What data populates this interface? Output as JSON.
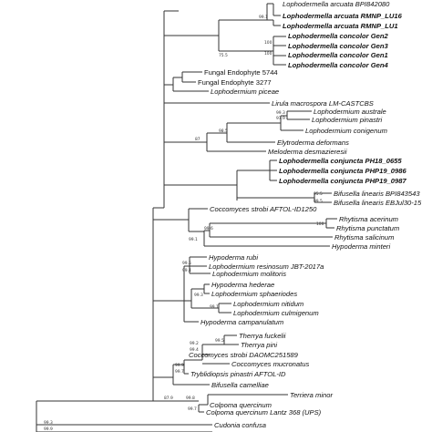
{
  "figure": "phylogenetic-tree",
  "colors": {
    "branch": "#333333",
    "text": "#111111",
    "background": "#ffffff"
  },
  "taxa": [
    {
      "label": "Lophodermella arcuata BPI842080",
      "bold": false,
      "italic": true
    },
    {
      "label": "Lophodermella arcuata RMNP_LU16",
      "bold": true,
      "italic": true
    },
    {
      "label": "Lophodermella arcuata RMNP_LU1",
      "bold": true,
      "italic": true
    },
    {
      "label": "Lophodermella concolor Gen2",
      "bold": true,
      "italic": true
    },
    {
      "label": "Lophodermella concolor Gen3",
      "bold": true,
      "italic": true
    },
    {
      "label": "Lophodermella concolor Gen1",
      "bold": true,
      "italic": true
    },
    {
      "label": "Lophodermella concolor Gen4",
      "bold": true,
      "italic": true
    },
    {
      "label": "Fungal Endophyte 5744",
      "bold": false,
      "italic": false
    },
    {
      "label": "Fungal Endophyte 3277",
      "bold": false,
      "italic": false
    },
    {
      "label": "Lophodermium piceae",
      "bold": false,
      "italic": true
    },
    {
      "label": "Lirula macrospora LM-CASTCBS",
      "bold": false,
      "italic": true
    },
    {
      "label": "Lophodermium australe",
      "bold": false,
      "italic": true
    },
    {
      "label": "Lophodermium pinastri",
      "bold": false,
      "italic": true
    },
    {
      "label": "Lophodermium conigenum",
      "bold": false,
      "italic": true
    },
    {
      "label": "Elytroderma deformans",
      "bold": false,
      "italic": true
    },
    {
      "label": "Meloderma desmazieresii",
      "bold": false,
      "italic": true
    },
    {
      "label": "Lophodermella conjuncta PH18_0655",
      "bold": true,
      "italic": true
    },
    {
      "label": "Lophodermella conjuncta PHP19_0986",
      "bold": true,
      "italic": true
    },
    {
      "label": "Lophodermella conjuncta PHP19_0987",
      "bold": true,
      "italic": true
    },
    {
      "label": "Bifusella linearis BPI843543",
      "bold": false,
      "italic": true
    },
    {
      "label": "Bifusella linearis EBJul30-15",
      "bold": false,
      "italic": true
    },
    {
      "label": "Coccomyces strobi AFTOL-ID1250",
      "bold": false,
      "italic": true
    },
    {
      "label": "Rhytisma acerinum",
      "bold": false,
      "italic": true
    },
    {
      "label": "Rhytisma punctatum",
      "bold": false,
      "italic": true
    },
    {
      "label": "Rhytisma salicinum",
      "bold": false,
      "italic": true
    },
    {
      "label": "Hypoderma minteri",
      "bold": false,
      "italic": true
    },
    {
      "label": "Hypoderma rubi",
      "bold": false,
      "italic": true
    },
    {
      "label": "Lophodermium resinosum JBT-2017a",
      "bold": false,
      "italic": true
    },
    {
      "label": "Lophodermium molitoris",
      "bold": false,
      "italic": true
    },
    {
      "label": "Hypoderma hederae",
      "bold": false,
      "italic": true
    },
    {
      "label": "Lophodermium sphaeriodes",
      "bold": false,
      "italic": true
    },
    {
      "label": "Lophodermium nitidum",
      "bold": false,
      "italic": true
    },
    {
      "label": "Lophodermium culmigenum",
      "bold": false,
      "italic": true
    },
    {
      "label": "Hypoderma campanulatum",
      "bold": false,
      "italic": true
    },
    {
      "label": "Therrya fuckelii",
      "bold": false,
      "italic": true
    },
    {
      "label": "Therrya pini",
      "bold": false,
      "italic": true
    },
    {
      "label": "Coccomyces strobi DAOMC251589",
      "bold": false,
      "italic": true
    },
    {
      "label": "Coccomyces mucronatus",
      "bold": false,
      "italic": true
    },
    {
      "label": "Tryblidiopsis pinastri AFTOL-ID",
      "bold": false,
      "italic": true
    },
    {
      "label": "Bifusella camelliae",
      "bold": false,
      "italic": true
    },
    {
      "label": "Terriera minor",
      "bold": false,
      "italic": true
    },
    {
      "label": "Colpoma quercinum",
      "bold": false,
      "italic": true
    },
    {
      "label": "Colpoma quercinum Lantz 368 (UPS)",
      "bold": false,
      "italic": true
    },
    {
      "label": "Cudonia confusa",
      "bold": false,
      "italic": true
    }
  ],
  "support_values": [
    "99.1",
    "75.5",
    "100",
    "100",
    "98.5",
    "87",
    "99.3",
    "97.9",
    "95.5",
    "99.5",
    "99.6",
    "99.1",
    "100",
    "99.5",
    "99.4",
    "99.3",
    "99.1",
    "99.5",
    "99.2",
    "99.4",
    "99.9",
    "99.7",
    "87.9",
    "99.8",
    "99.7",
    "99.3",
    "99.9"
  ]
}
